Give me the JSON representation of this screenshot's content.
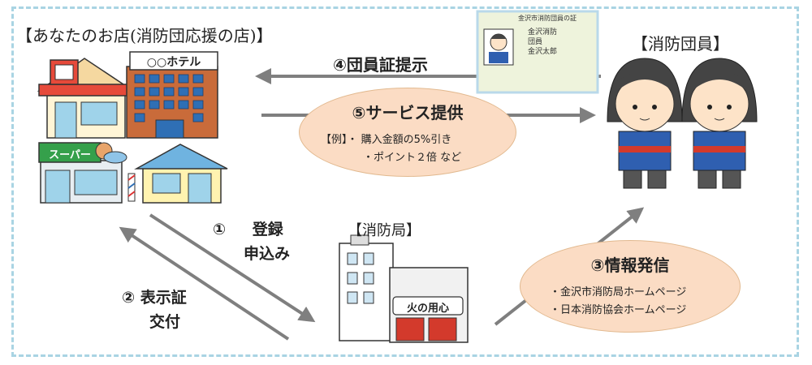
{
  "shop_title": "【あなたのお店(消防団応援の店)】",
  "hotel_sign": "○○ホテル",
  "super_sign": "スーパー",
  "firefighter_title": "【消防団員】",
  "fire_dept_title": "【消防局】",
  "fire_dept_sign": "火の用心",
  "id_card": {
    "title": "金沢市消防団員の証",
    "lines": [
      "金沢消防",
      "団員",
      "金沢太郎"
    ]
  },
  "step1": {
    "num": "①",
    "line1": "登録",
    "line2": "申込み"
  },
  "step2": {
    "line1": "② 表示証",
    "line2": "交付"
  },
  "step3": {
    "head": "③情報発信",
    "items": [
      "・金沢市消防局ホームページ",
      "・日本消防協会ホームページ"
    ]
  },
  "step4": {
    "label": "④団員証提示"
  },
  "step5": {
    "head": "⑤サービス提供",
    "example_line1": "【例】・ 購入金額の5%引き",
    "example_line2": "・ポイント２倍 など"
  }
}
